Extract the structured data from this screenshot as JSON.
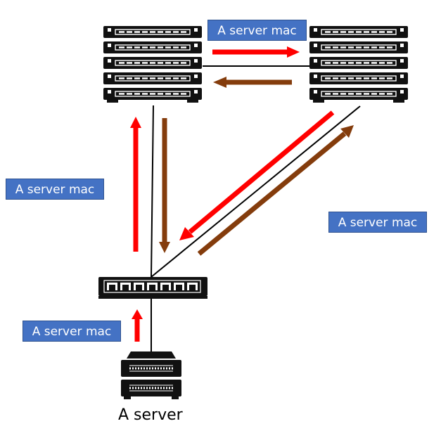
{
  "labels": {
    "top": "A server mac",
    "left": "A server mac",
    "right": "A server mac",
    "bottom": "A server mac"
  },
  "caption": "A server",
  "colors": {
    "request_arrow": "#ff0000",
    "reply_arrow": "#843c0c",
    "label_bg": "#4472c4",
    "device": "#111111"
  },
  "icons": [
    "server-rack-icon",
    "network-switch-icon",
    "server-icon"
  ]
}
